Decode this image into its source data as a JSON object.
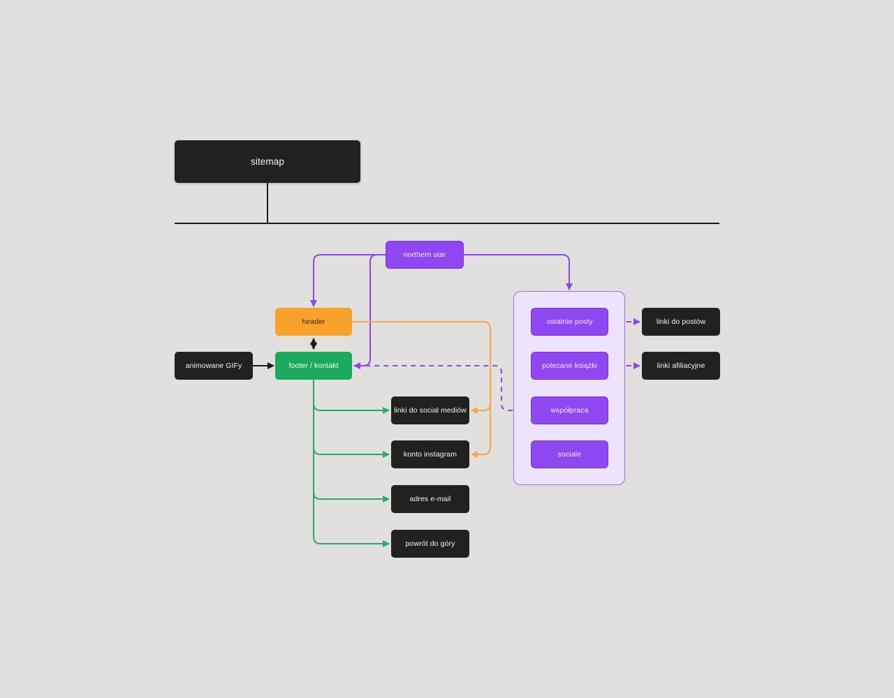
{
  "diagram": {
    "background_color": "#E1E0DF",
    "colors": {
      "node_dark": "#212120",
      "node_purple": "#8F47F2",
      "node_orange": "#F9A22B",
      "node_green": "#1CA95E",
      "frame_fill": "#EEE3FC",
      "frame_border": "#A767F5",
      "line_black": "#1C1C1C",
      "line_purple": "#8C46F0",
      "line_orange": "#F9A63C",
      "line_green": "#1FAE63"
    },
    "nodes": {
      "sitemap": {
        "label": "sitemap"
      },
      "northern_star": {
        "label": "northern star"
      },
      "header": {
        "label": "header"
      },
      "footer": {
        "label": "footer / kontakt"
      },
      "gify": {
        "label": "animowane GIFy"
      },
      "social": {
        "label": "linki do social mediów"
      },
      "instagram": {
        "label": "konto instagram"
      },
      "email": {
        "label": "adres e-mail"
      },
      "gory": {
        "label": "powrót do góry"
      },
      "posty": {
        "label": "ostatnie posty"
      },
      "ksiazki": {
        "label": "polecane książki"
      },
      "wspolpraca": {
        "label": "współpraca"
      },
      "sociale": {
        "label": "sociale"
      },
      "postow": {
        "label": "linki do postów"
      },
      "afiliacyjne": {
        "label": "linki afiliacyjne"
      }
    },
    "edges": [
      {
        "from": "sitemap",
        "to": "spine",
        "style": "solid",
        "color": "black",
        "arrow": "none"
      },
      {
        "from": "northern_star",
        "to": "header",
        "style": "solid",
        "color": "purple",
        "arrow": "end"
      },
      {
        "from": "northern_star",
        "to": "footer",
        "style": "solid",
        "color": "purple",
        "arrow": "end"
      },
      {
        "from": "northern_star",
        "to": "frame",
        "style": "solid",
        "color": "purple",
        "arrow": "end"
      },
      {
        "from": "wspolpraca",
        "to": "footer",
        "style": "dashed",
        "color": "purple",
        "arrow": "end"
      },
      {
        "from": "header",
        "to": "social",
        "style": "solid",
        "color": "orange",
        "arrow": "end"
      },
      {
        "from": "header",
        "to": "instagram",
        "style": "solid",
        "color": "orange",
        "arrow": "end"
      },
      {
        "from": "header",
        "to": "footer",
        "style": "solid",
        "color": "black",
        "arrow": "both"
      },
      {
        "from": "gify",
        "to": "footer",
        "style": "solid",
        "color": "black",
        "arrow": "end"
      },
      {
        "from": "footer",
        "to": "social",
        "style": "solid",
        "color": "green",
        "arrow": "end"
      },
      {
        "from": "footer",
        "to": "instagram",
        "style": "solid",
        "color": "green",
        "arrow": "end"
      },
      {
        "from": "footer",
        "to": "email",
        "style": "solid",
        "color": "green",
        "arrow": "end"
      },
      {
        "from": "footer",
        "to": "gory",
        "style": "solid",
        "color": "green",
        "arrow": "end"
      },
      {
        "from": "posty",
        "to": "postow",
        "style": "dashed",
        "color": "purple",
        "arrow": "end"
      },
      {
        "from": "ksiazki",
        "to": "afiliacyjne",
        "style": "dashed",
        "color": "purple",
        "arrow": "end"
      }
    ]
  }
}
